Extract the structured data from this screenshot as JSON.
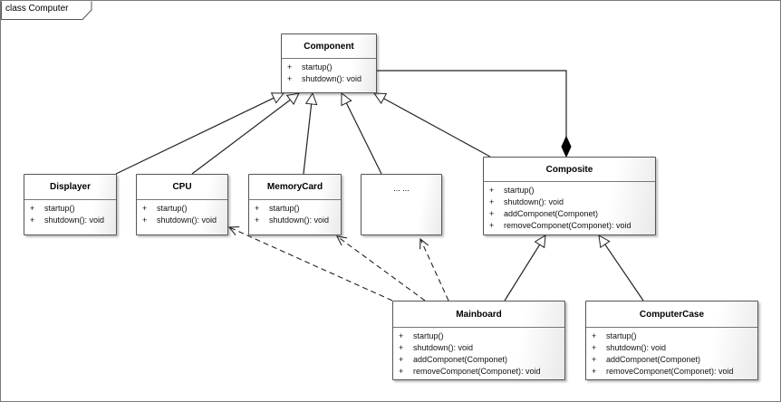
{
  "frame": {
    "title": "class Computer"
  },
  "classes": {
    "component": {
      "name": "Component",
      "ops": [
        {
          "vis": "+",
          "sig": "startup()"
        },
        {
          "vis": "+",
          "sig": "shutdown(): void"
        }
      ]
    },
    "displayer": {
      "name": "Displayer",
      "ops": [
        {
          "vis": "+",
          "sig": "startup()"
        },
        {
          "vis": "+",
          "sig": "shutdown(): void"
        }
      ]
    },
    "cpu": {
      "name": "CPU",
      "ops": [
        {
          "vis": "+",
          "sig": "startup()"
        },
        {
          "vis": "+",
          "sig": "shutdown(): void"
        }
      ]
    },
    "memorycard": {
      "name": "MemoryCard",
      "ops": [
        {
          "vis": "+",
          "sig": "startup()"
        },
        {
          "vis": "+",
          "sig": "shutdown(): void"
        }
      ]
    },
    "ellipsis": {
      "name": "... ..."
    },
    "composite": {
      "name": "Composite",
      "ops": [
        {
          "vis": "+",
          "sig": "startup()"
        },
        {
          "vis": "+",
          "sig": "shutdown(): void"
        },
        {
          "vis": "+",
          "sig": "addComponet(Componet)"
        },
        {
          "vis": "+",
          "sig": "removeComponet(Componet): void"
        }
      ]
    },
    "mainboard": {
      "name": "Mainboard",
      "ops": [
        {
          "vis": "+",
          "sig": "startup()"
        },
        {
          "vis": "+",
          "sig": "shutdown(): void"
        },
        {
          "vis": "+",
          "sig": "addComponet(Componet)"
        },
        {
          "vis": "+",
          "sig": "removeComponet(Componet): void"
        }
      ]
    },
    "computercase": {
      "name": "ComputerCase",
      "ops": [
        {
          "vis": "+",
          "sig": "startup()"
        },
        {
          "vis": "+",
          "sig": "shutdown(): void"
        },
        {
          "vis": "+",
          "sig": "addComponet(Componet)"
        },
        {
          "vis": "+",
          "sig": "removeComponet(Componet): void"
        }
      ]
    }
  },
  "relations": [
    {
      "type": "generalization",
      "from": "displayer",
      "to": "component"
    },
    {
      "type": "generalization",
      "from": "cpu",
      "to": "component"
    },
    {
      "type": "generalization",
      "from": "memorycard",
      "to": "component"
    },
    {
      "type": "generalization",
      "from": "ellipsis",
      "to": "component"
    },
    {
      "type": "generalization",
      "from": "composite",
      "to": "component"
    },
    {
      "type": "composition",
      "from": "composite",
      "to": "component"
    },
    {
      "type": "generalization",
      "from": "mainboard",
      "to": "composite"
    },
    {
      "type": "generalization",
      "from": "computercase",
      "to": "composite"
    },
    {
      "type": "dependency",
      "from": "mainboard",
      "to": "cpu"
    },
    {
      "type": "dependency",
      "from": "mainboard",
      "to": "memorycard"
    },
    {
      "type": "dependency",
      "from": "mainboard",
      "to": "ellipsis"
    }
  ]
}
